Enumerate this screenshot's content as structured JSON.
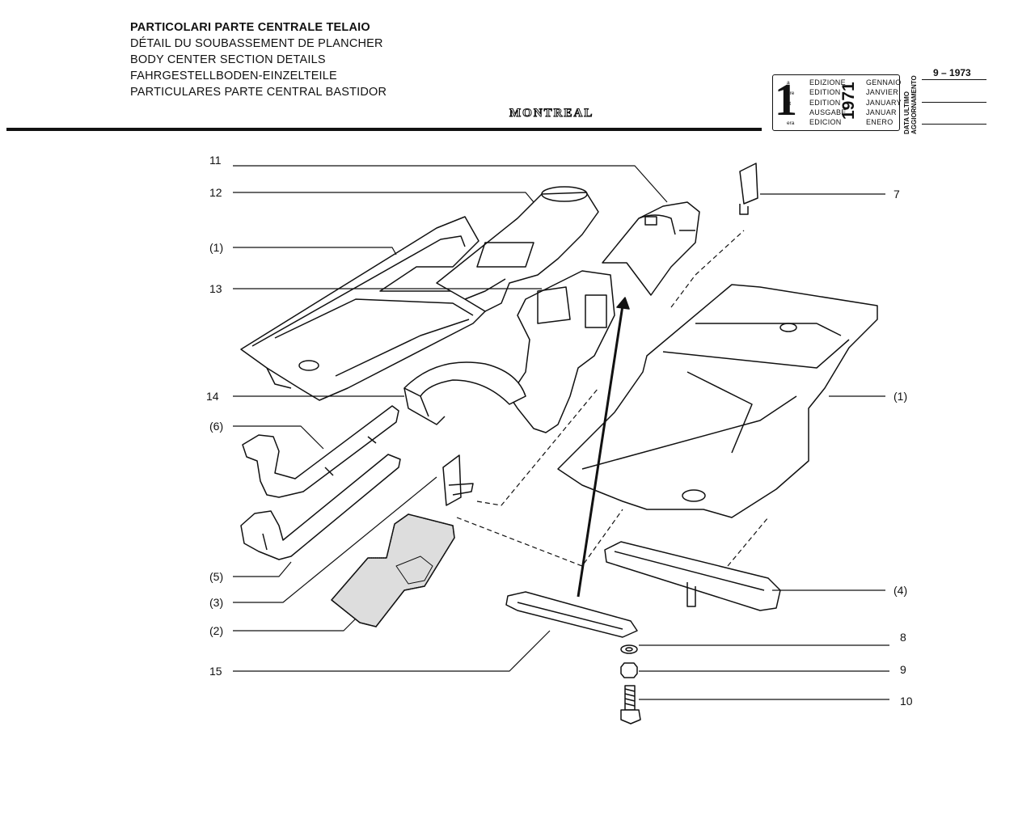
{
  "header": {
    "titles": [
      "PARTICOLARI PARTE CENTRALE TELAIO",
      "DÉTAIL DU SOUBASSEMENT DE PLANCHER",
      "BODY CENTER SECTION DETAILS",
      "FAHRGESTELLBODEN-EINZELTEILE",
      "PARTICULARES PARTE CENTRAL BASTIDOR"
    ],
    "brand": "MONTREAL"
  },
  "edition": {
    "number": "1",
    "superscripts": [
      "a",
      "ère",
      "st",
      ".",
      "era"
    ],
    "words": [
      "EDIZIONE",
      "EDITION",
      "EDITION",
      "AUSGABE",
      "EDICION"
    ],
    "months": [
      "GENNAIO",
      "JANVIER",
      "JANUARY",
      "JANUAR",
      "ENERO"
    ],
    "year": "1971",
    "last_update_label_1": "DATA ULTIMO",
    "last_update_label_2": "AGGIORNAMENTO",
    "last_update_date": "9 – 1973"
  },
  "callouts": {
    "c11": "11",
    "c12": "12",
    "c1_left": "(1)",
    "c13": "13",
    "c14": "14",
    "c6": "(6)",
    "c5": "(5)",
    "c3": "(3)",
    "c2": "(2)",
    "c15": "15",
    "c7": "7",
    "c1_right": "(1)",
    "c4": "(4)",
    "c8": "8",
    "c9": "9",
    "c10": "10"
  }
}
